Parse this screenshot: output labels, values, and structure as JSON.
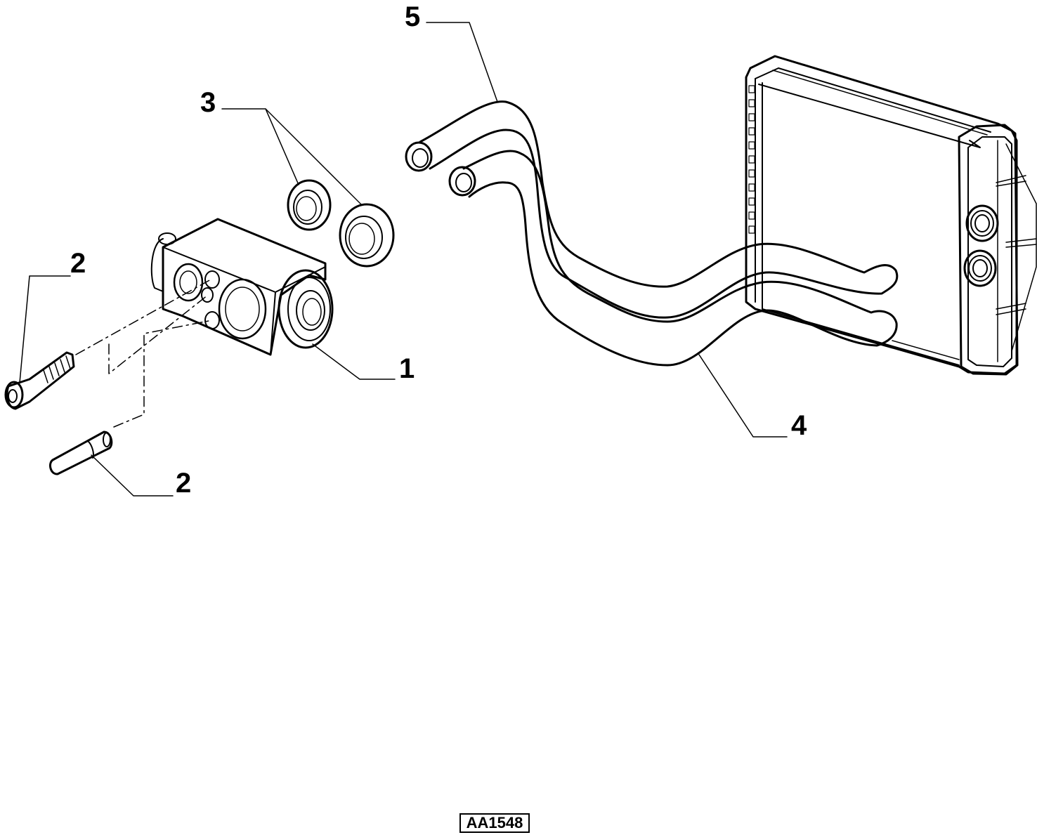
{
  "callouts": [
    {
      "id": "callout-1",
      "label": "1"
    },
    {
      "id": "callout-2a",
      "label": "2"
    },
    {
      "id": "callout-2b",
      "label": "2"
    },
    {
      "id": "callout-3",
      "label": "3"
    },
    {
      "id": "callout-4",
      "label": "4"
    },
    {
      "id": "callout-5",
      "label": "5"
    }
  ],
  "drawing_code": "AA1548",
  "colors": {
    "line": "#000000",
    "background": "#ffffff"
  }
}
